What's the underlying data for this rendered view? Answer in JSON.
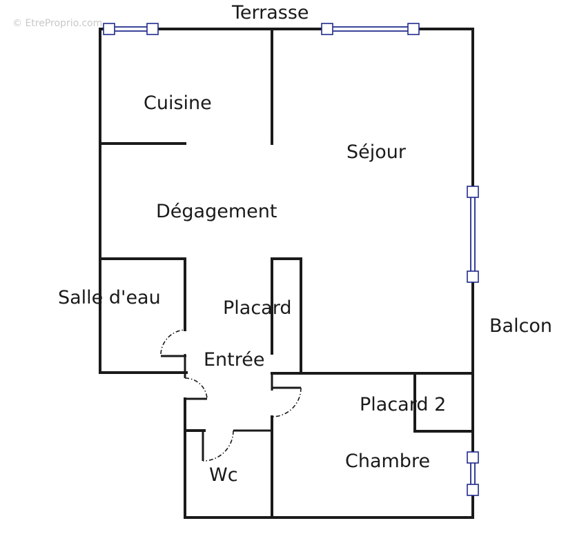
{
  "watermark": "© EtreProprio.com",
  "labels": {
    "terrasse": "Terrasse",
    "cuisine": "Cuisine",
    "sejour": "Séjour",
    "degagement": "Dégagement",
    "salle_deau": "Salle d'eau",
    "placard": "Placard",
    "balcon": "Balcon",
    "entree": "Entrée",
    "placard2": "Placard 2",
    "chambre": "Chambre",
    "wc": "Wc"
  },
  "colors": {
    "wall": "#1a1a1a",
    "window": "#1f2a8c",
    "background": "#ffffff",
    "watermark": "#c8c8c8"
  }
}
